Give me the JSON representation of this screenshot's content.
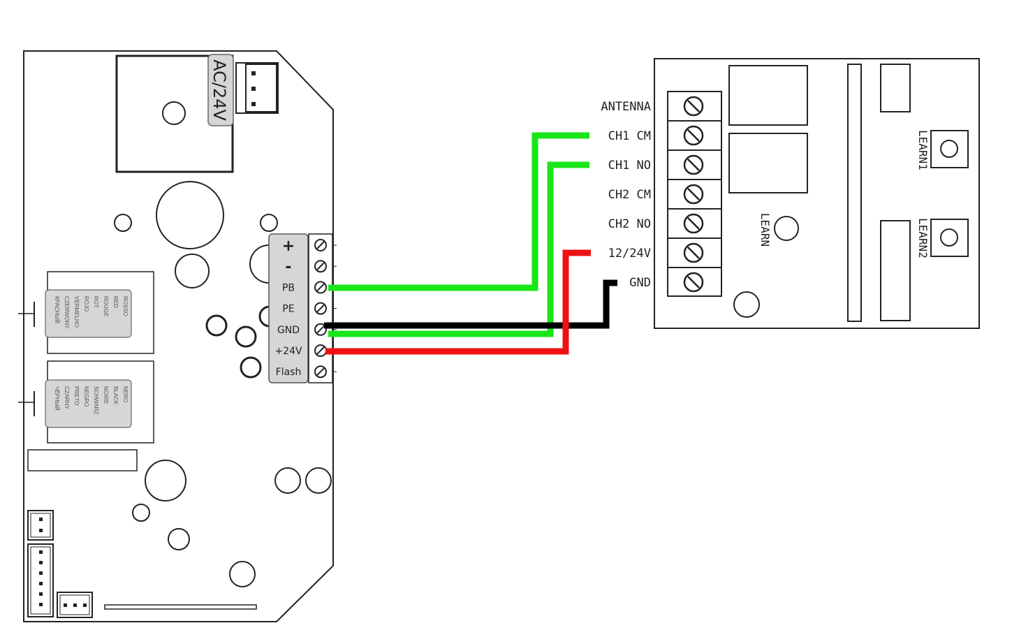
{
  "main_board": {
    "power_label": "AC/24V",
    "terminal_labels": [
      "+",
      "-",
      "PB",
      "PE",
      "GND",
      "+24V",
      "Flash"
    ],
    "relay_red_label": [
      "ROSSO",
      "RED",
      "ROUGE",
      "ROT",
      "ROJO",
      "VERMELHO",
      "CZERWONY",
      "КРАСНЫЙ"
    ],
    "relay_black_label": [
      "NERO",
      "BLACK",
      "NOIRE",
      "SCHWARZ",
      "NEGRO",
      "PRETO",
      "CZARNY",
      "ЧЁРНЫЙ"
    ]
  },
  "receiver": {
    "terminal_labels": [
      "ANTENNA",
      "CH1 CM",
      "CH1 NO",
      "CH2 CM",
      "CH2 NO",
      "12/24V",
      "GND"
    ],
    "learn_label": "LEARN",
    "learn1_label": "LEARN1",
    "learn2_label": "LEARN2"
  },
  "wires": [
    {
      "from": "PB",
      "to": "CH1 CM",
      "color": "#19e619"
    },
    {
      "from": "GND",
      "to": "CH1 NO",
      "color": "#19e619"
    },
    {
      "from": "GND",
      "to": "GND",
      "color": "#000000"
    },
    {
      "from": "+24V",
      "to": "12/24V",
      "color": "#ee1111"
    }
  ]
}
